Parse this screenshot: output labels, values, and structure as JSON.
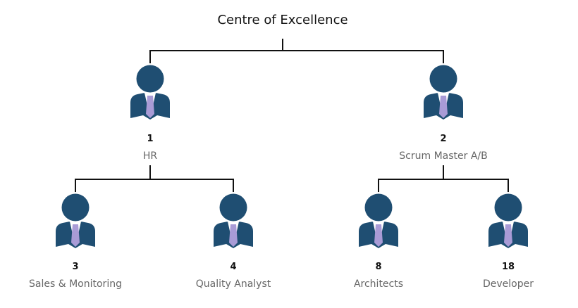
{
  "title": "Centre of Excellence",
  "colors": {
    "icon": "#1f4e72",
    "tie": "#a99bd6",
    "line": "#111111"
  },
  "nodes": [
    {
      "number": "1",
      "label": "HR"
    },
    {
      "number": "2",
      "label": "Scrum Master A/B"
    },
    {
      "number": "3",
      "label": "Sales & Monitoring"
    },
    {
      "number": "4",
      "label": "Quality Analyst"
    },
    {
      "number": "8",
      "label": "Architects"
    },
    {
      "number": "18",
      "label": "Developer"
    }
  ]
}
